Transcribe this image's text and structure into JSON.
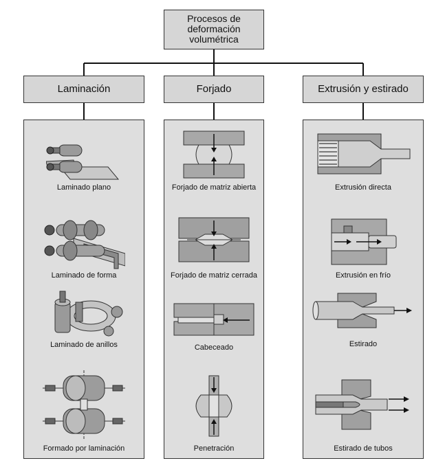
{
  "root": {
    "lines": [
      "Procesos de",
      "deformación",
      "volumétrica"
    ]
  },
  "categories": [
    {
      "label": "Laminación",
      "items": [
        {
          "label": "Laminado plano",
          "icon": "flat-rolling-icon"
        },
        {
          "label": "Laminado de forma",
          "icon": "shape-rolling-icon"
        },
        {
          "label": "Laminado de anillos",
          "icon": "ring-rolling-icon"
        },
        {
          "label": "Formado por laminación",
          "icon": "roll-forming-icon"
        }
      ]
    },
    {
      "label": "Forjado",
      "items": [
        {
          "label": "Forjado de matriz abierta",
          "icon": "open-die-forging-icon"
        },
        {
          "label": "Forjado de matriz cerrada",
          "icon": "closed-die-forging-icon"
        },
        {
          "label": "Cabeceado",
          "icon": "heading-icon"
        },
        {
          "label": "Penetración",
          "icon": "piercing-icon"
        }
      ]
    },
    {
      "label": "Extrusión y estirado",
      "items": [
        {
          "label": "Extrusión directa",
          "icon": "direct-extrusion-icon"
        },
        {
          "label": "Extrusión en frío",
          "icon": "cold-extrusion-icon"
        },
        {
          "label": "Estirado",
          "icon": "drawing-icon"
        },
        {
          "label": "Estirado de tubos",
          "icon": "tube-drawing-icon"
        }
      ]
    }
  ]
}
